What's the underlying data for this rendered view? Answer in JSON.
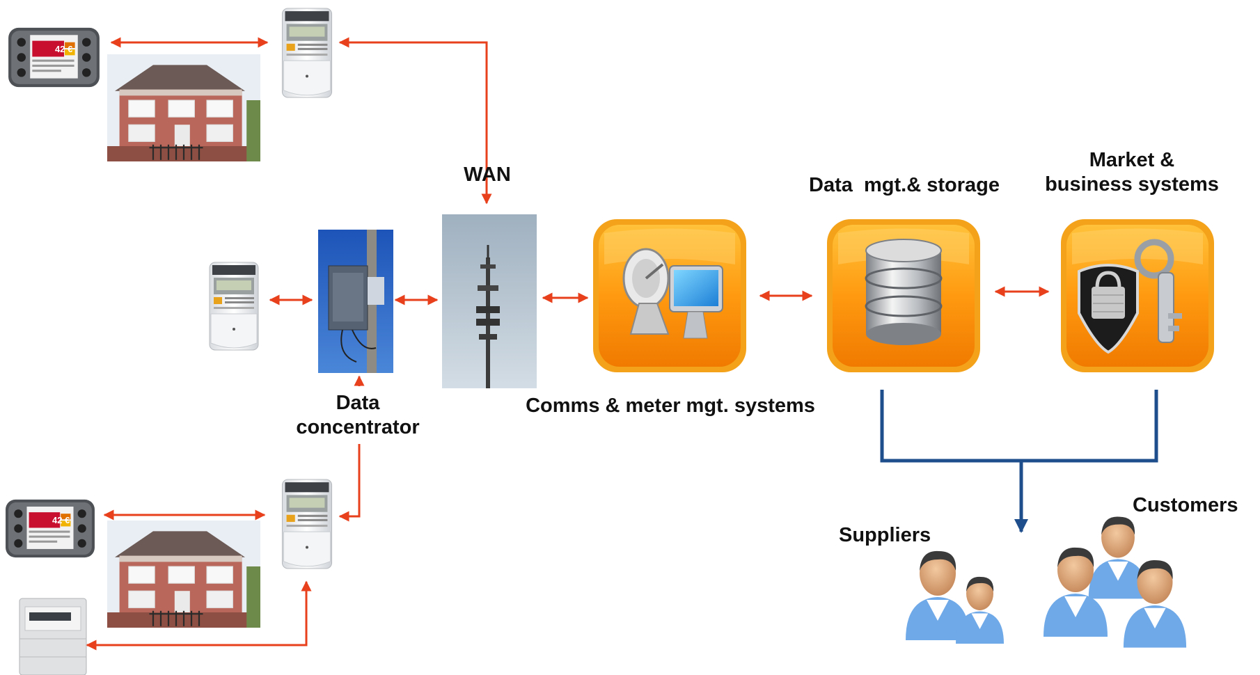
{
  "labels": {
    "wan": "WAN",
    "data_concentrator": "Data\nconcentrator",
    "comms_meter_mgt": "Comms & meter mgt. systems",
    "data_mgt_storage": "Data  mgt.& storage",
    "market_business": "Market &\nbusiness systems",
    "suppliers": "Suppliers",
    "customers": "Customers"
  },
  "display_price": "42 €",
  "colors": {
    "arrow": "#e8401c",
    "flow_line": "#1f4e8c",
    "tile_outer": "#f59f1d",
    "tile_inner": "#ff8a00",
    "tile_highlight": "#ffd36e"
  },
  "icons": [
    "in-home-display-icon",
    "smart-meter-icon",
    "house-image",
    "gas-meter-icon",
    "utility-pole-image",
    "cell-tower-image",
    "satellite-monitor-icon",
    "database-icon",
    "shield-keys-icon",
    "suppliers-people-icon",
    "customers-people-icon"
  ]
}
